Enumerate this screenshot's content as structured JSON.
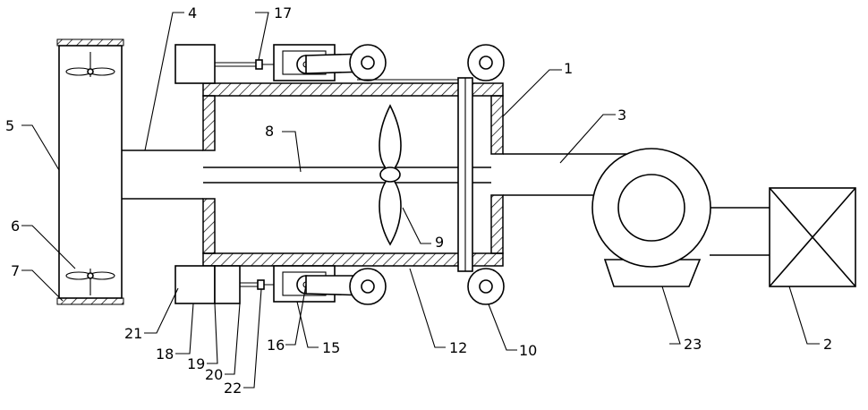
{
  "labels": {
    "n1": "1",
    "n2": "2",
    "n3": "3",
    "n4": "4",
    "n5": "5",
    "n6": "6",
    "n7": "7",
    "n8": "8",
    "n9": "9",
    "n10": "10",
    "n12": "12",
    "n15": "15",
    "n16": "16",
    "n17": "17",
    "n18": "18",
    "n19": "19",
    "n20": "20",
    "n21": "21",
    "n22": "22",
    "n23": "23"
  }
}
